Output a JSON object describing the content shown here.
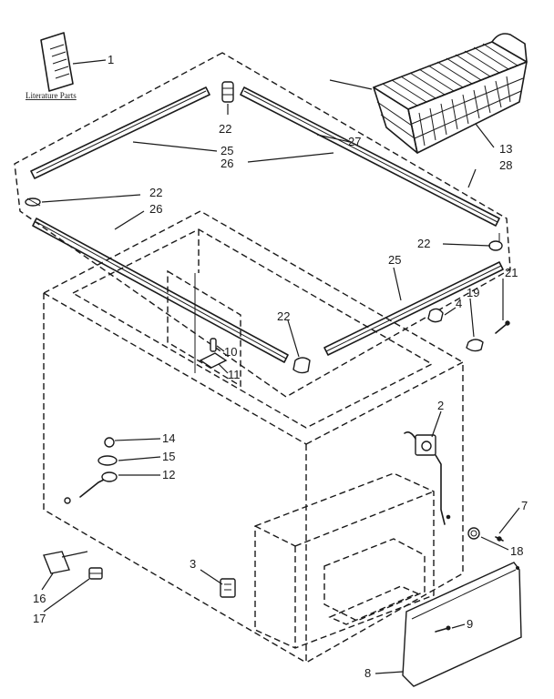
{
  "literature_caption": "Literature Parts",
  "callouts": {
    "p1": "1",
    "p2": "2",
    "p3": "3",
    "p4": "4",
    "p7": "7",
    "p8": "8",
    "p9": "9",
    "p10": "10",
    "p11": "11",
    "p12": "12",
    "p13": "13",
    "p14": "14",
    "p15": "15",
    "p16": "16",
    "p17": "17",
    "p18": "18",
    "p19": "19",
    "p21": "21",
    "p22": "22",
    "p25": "25",
    "p26": "26",
    "p27": "27",
    "p28": "28"
  }
}
